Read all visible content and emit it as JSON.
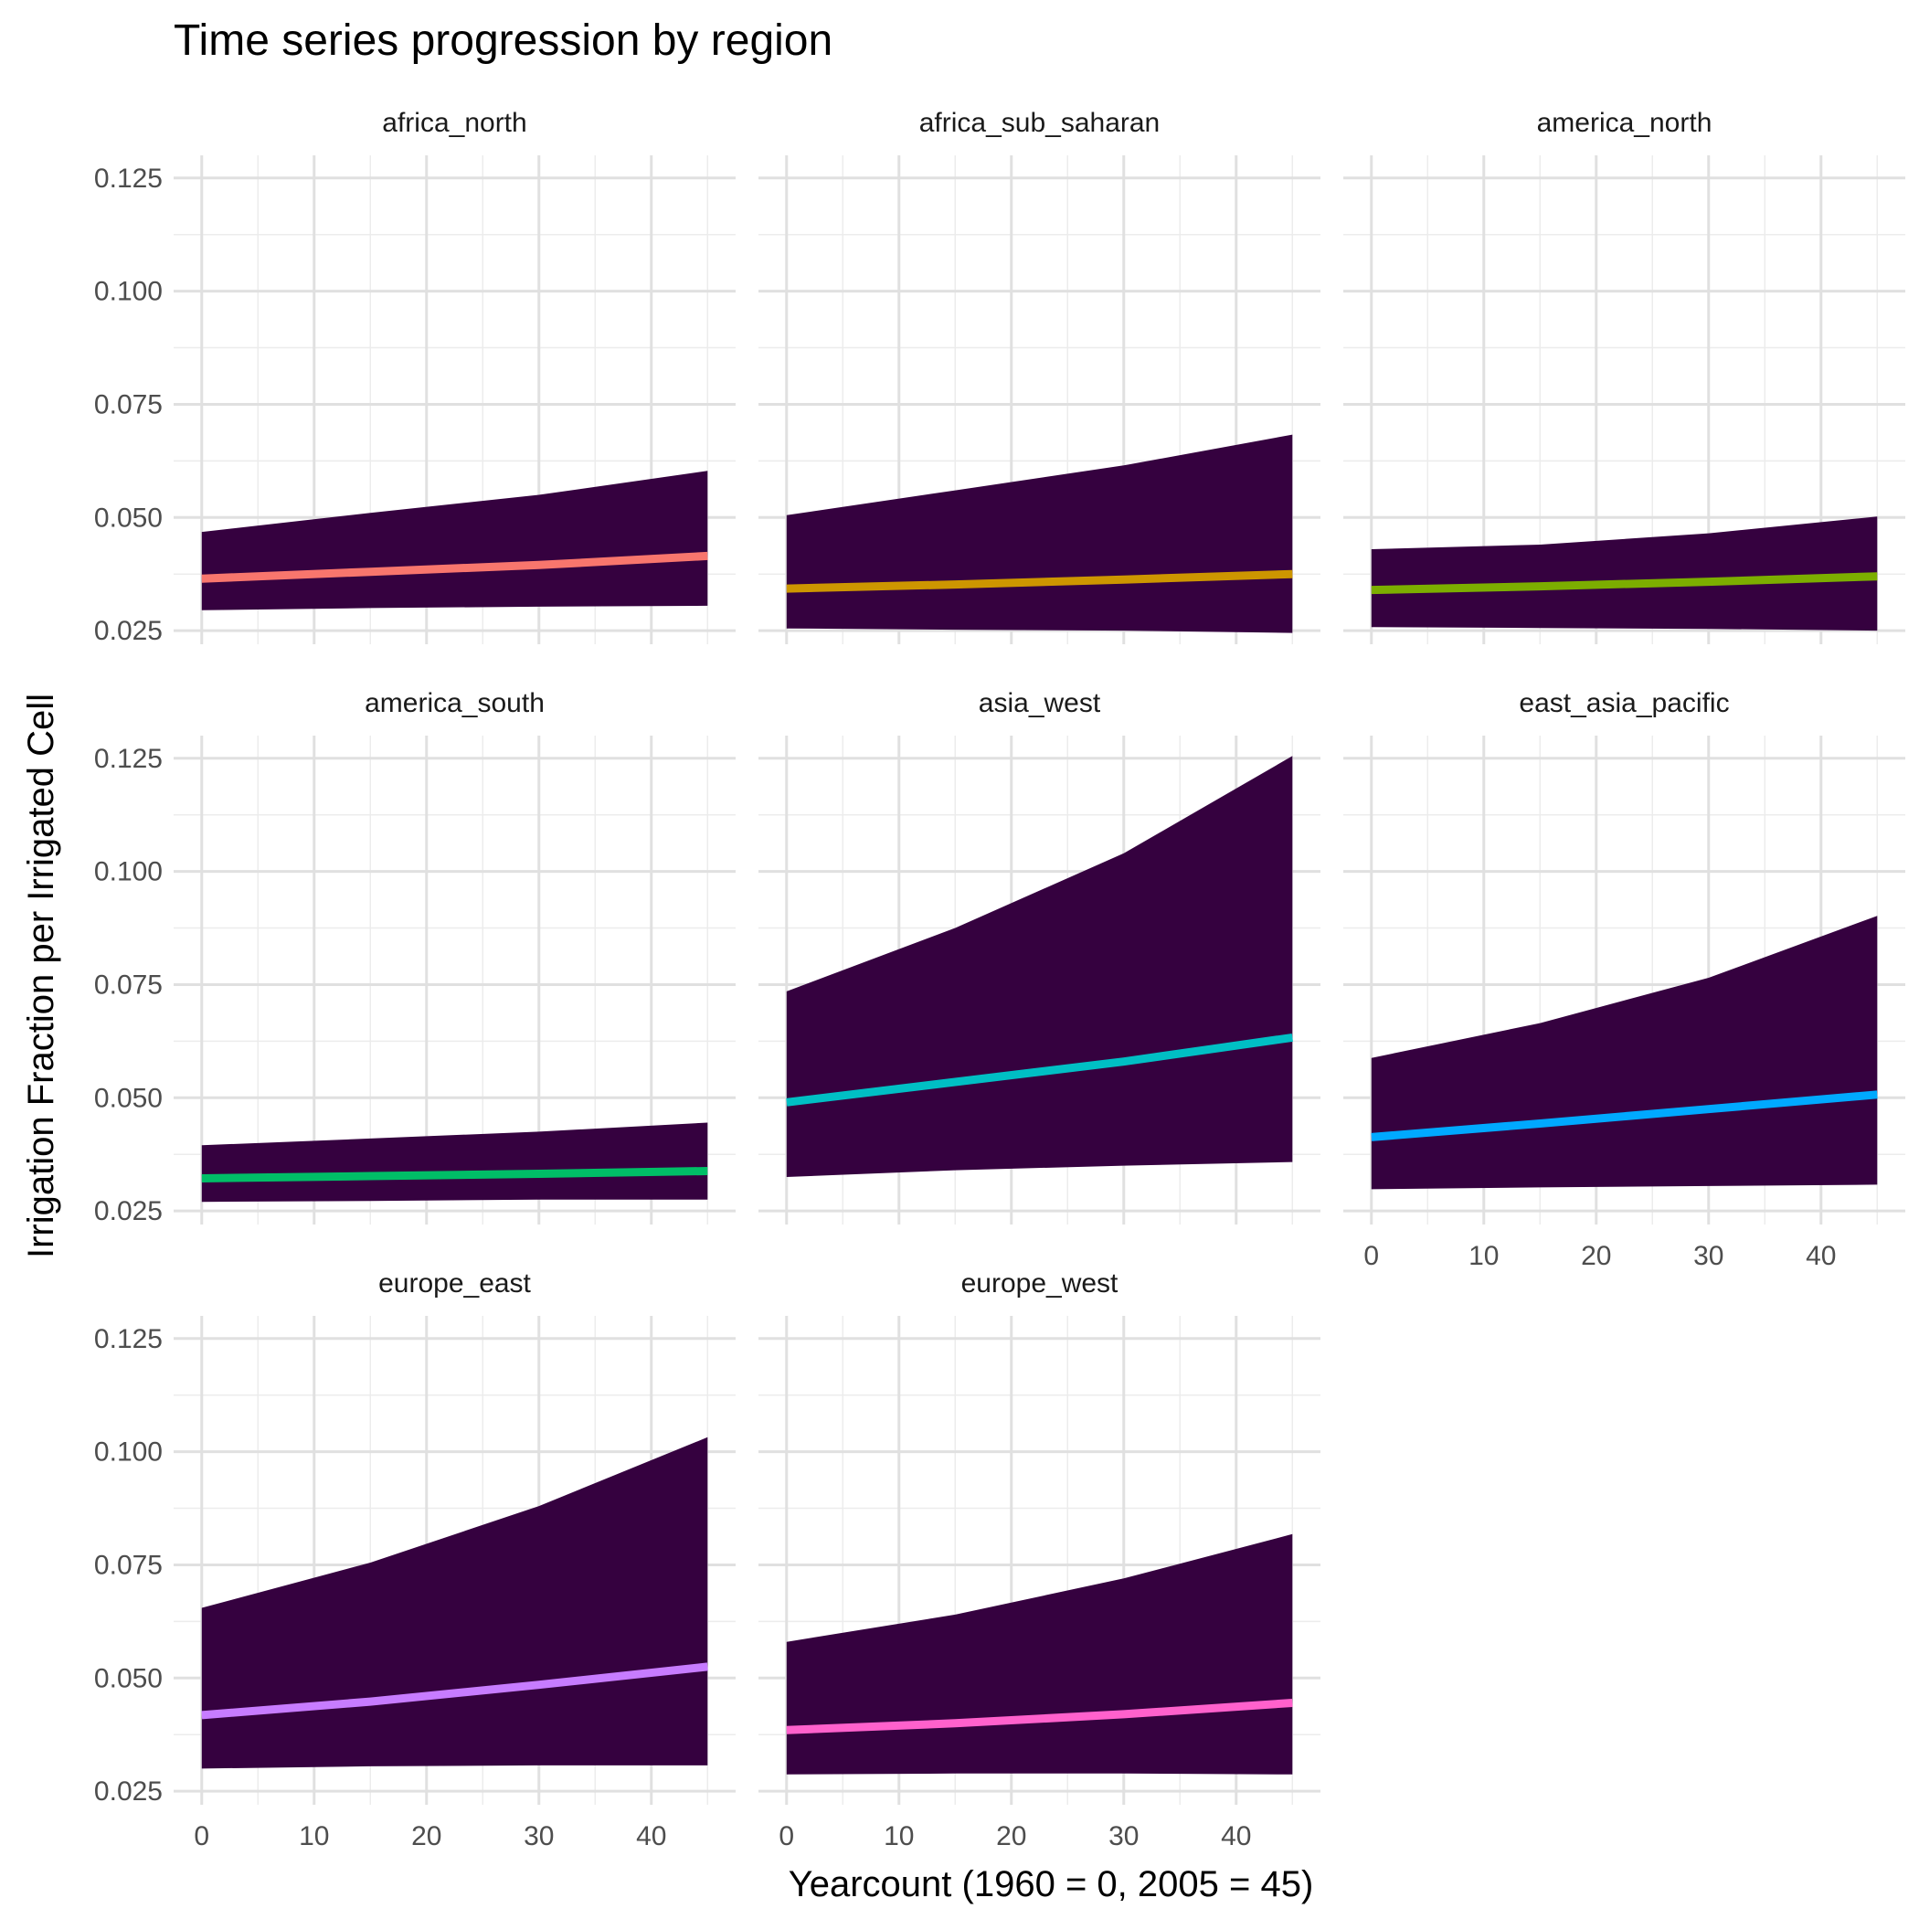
{
  "chart_data": {
    "type": "area",
    "title": "Time series progression by region",
    "xlabel": "Yearcount (1960 = 0, 2005 = 45)",
    "ylabel": "Irrigation Fraction per Irrigated Cell",
    "xlim": [
      -2.5,
      47.5
    ],
    "ylim": [
      0.022,
      0.13
    ],
    "x_ticks": [
      0,
      10,
      20,
      30,
      40
    ],
    "y_ticks": [
      0.025,
      0.05,
      0.075,
      0.1,
      0.125
    ],
    "x_tick_labels": [
      "0",
      "10",
      "20",
      "30",
      "40"
    ],
    "y_tick_labels": [
      "0.025",
      "0.050",
      "0.075",
      "0.100",
      "0.125"
    ],
    "grid": true,
    "ribbon_color": "#35013f",
    "x": [
      0,
      15,
      30,
      45
    ],
    "panels": [
      {
        "name": "africa_north",
        "color": "#F8766D",
        "mean": [
          0.0365,
          0.038,
          0.0395,
          0.0415
        ],
        "lower": [
          0.0295,
          0.03,
          0.0303,
          0.0305
        ],
        "upper": [
          0.0468,
          0.051,
          0.055,
          0.0603
        ]
      },
      {
        "name": "africa_sub_saharan",
        "color": "#CD9600",
        "mean": [
          0.0343,
          0.0352,
          0.0363,
          0.0375
        ],
        "lower": [
          0.0255,
          0.0252,
          0.025,
          0.0245
        ],
        "upper": [
          0.0505,
          0.056,
          0.0615,
          0.0683
        ]
      },
      {
        "name": "america_north",
        "color": "#7CAE00",
        "mean": [
          0.034,
          0.0348,
          0.0358,
          0.037
        ],
        "lower": [
          0.0258,
          0.0256,
          0.0254,
          0.025
        ],
        "upper": [
          0.043,
          0.044,
          0.0465,
          0.0502
        ]
      },
      {
        "name": "america_south",
        "color": "#00BE67",
        "mean": [
          0.0322,
          0.0327,
          0.0332,
          0.0338
        ],
        "lower": [
          0.027,
          0.0272,
          0.0275,
          0.0275
        ],
        "upper": [
          0.0395,
          0.041,
          0.0425,
          0.0445
        ]
      },
      {
        "name": "asia_west",
        "color": "#00BFC4",
        "mean": [
          0.049,
          0.0535,
          0.058,
          0.0633
        ],
        "lower": [
          0.0325,
          0.034,
          0.035,
          0.0358
        ],
        "upper": [
          0.0735,
          0.0875,
          0.104,
          0.1255
        ]
      },
      {
        "name": "east_asia_pacific",
        "color": "#00A9FF",
        "mean": [
          0.0413,
          0.0443,
          0.0475,
          0.0507
        ],
        "lower": [
          0.0298,
          0.0302,
          0.0305,
          0.0308
        ],
        "upper": [
          0.0588,
          0.0665,
          0.0765,
          0.0902
        ]
      },
      {
        "name": "europe_east",
        "color": "#C77CFF",
        "mean": [
          0.0418,
          0.0448,
          0.0485,
          0.0525
        ],
        "lower": [
          0.03,
          0.0305,
          0.0307,
          0.0307
        ],
        "upper": [
          0.0655,
          0.0755,
          0.088,
          0.1032
        ]
      },
      {
        "name": "europe_west",
        "color": "#FF61CC",
        "mean": [
          0.0385,
          0.04,
          0.042,
          0.0445
        ],
        "lower": [
          0.0287,
          0.0289,
          0.0289,
          0.0287
        ],
        "upper": [
          0.058,
          0.064,
          0.072,
          0.0818
        ]
      }
    ]
  }
}
